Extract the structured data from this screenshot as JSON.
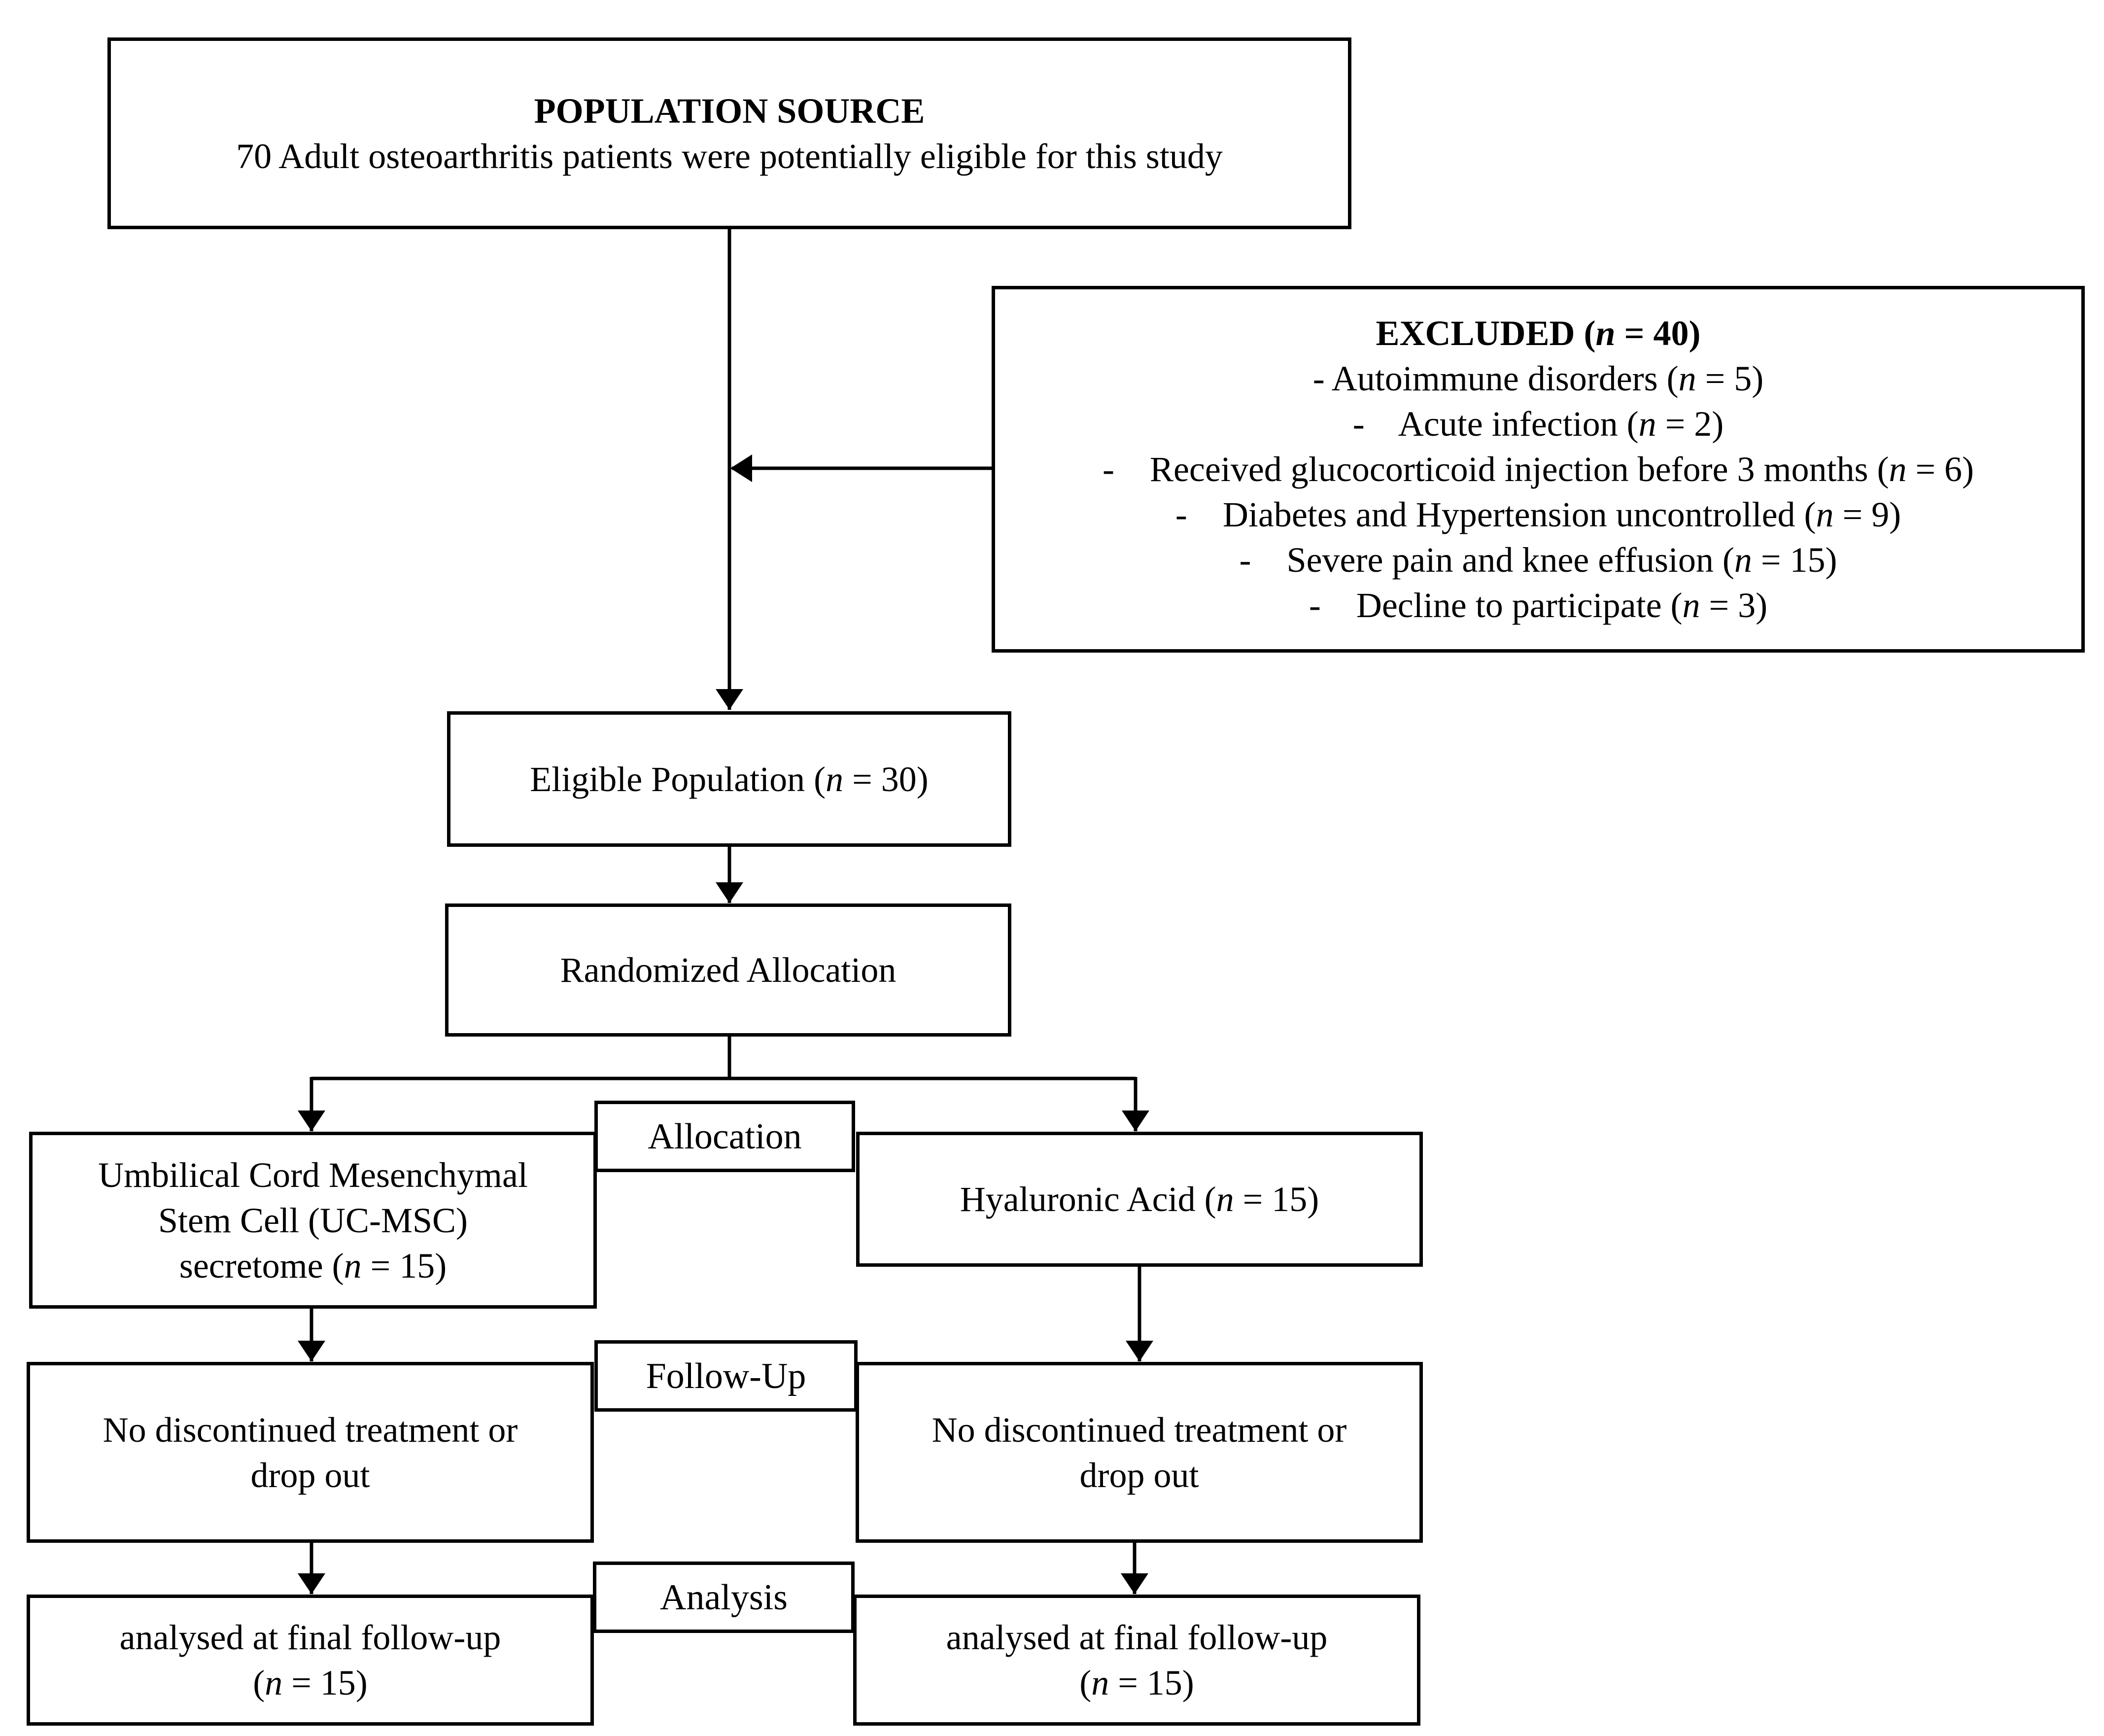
{
  "source": {
    "title": "POPULATION SOURCE",
    "text": "70 Adult osteoarthritis patients were potentially eligible for this study"
  },
  "excluded": {
    "title_prefix": "EXCLUDED (",
    "title_n": "n",
    "title_suffix": " = 40)",
    "items": [
      {
        "lead": "- Autoimmune disorders (",
        "n": "n",
        "tail": " = 5)"
      },
      {
        "lead": "-    Acute infection (",
        "n": "n",
        "tail": " = 2)"
      },
      {
        "lead": "-    Received glucocorticoid injection before 3 months (",
        "n": "n",
        "tail": " = 6)"
      },
      {
        "lead": "-    Diabetes and Hypertension uncontrolled (",
        "n": "n",
        "tail": " = 9)"
      },
      {
        "lead": "-    Severe pain and knee effusion (",
        "n": "n",
        "tail": " = 15)"
      },
      {
        "lead": "-    Decline to participate (",
        "n": "n",
        "tail": " = 3)"
      }
    ]
  },
  "eligible": {
    "lead": "Eligible Population (",
    "n": "n",
    "tail": " = 30)"
  },
  "randomized": {
    "text": "Randomized Allocation"
  },
  "stage_labels": {
    "allocation": "Allocation",
    "follow_up": "Follow-Up",
    "analysis": "Analysis"
  },
  "left_arm": {
    "group_line1": "Umbilical Cord Mesenchymal",
    "group_line2": "Stem Cell (UC-MSC)",
    "group_line3_lead": "secretome (",
    "group_line3_n": "n",
    "group_line3_tail": " = 15)",
    "followup_line1": "No discontinued treatment or",
    "followup_line2": "drop out",
    "analysis_line1": "analysed at final follow-up",
    "analysis_line2_lead": "(",
    "analysis_line2_n": "n",
    "analysis_line2_tail": " = 15)"
  },
  "right_arm": {
    "group_lead": "Hyaluronic Acid (",
    "group_n": "n",
    "group_tail": " = 15)",
    "followup_line1": "No discontinued treatment or",
    "followup_line2": "drop out",
    "analysis_line1": "analysed at final follow-up",
    "analysis_line2_lead": "(",
    "analysis_line2_n": "n",
    "analysis_line2_tail": " = 15)"
  },
  "colors": {
    "stroke": "#000000",
    "background": "#ffffff"
  }
}
